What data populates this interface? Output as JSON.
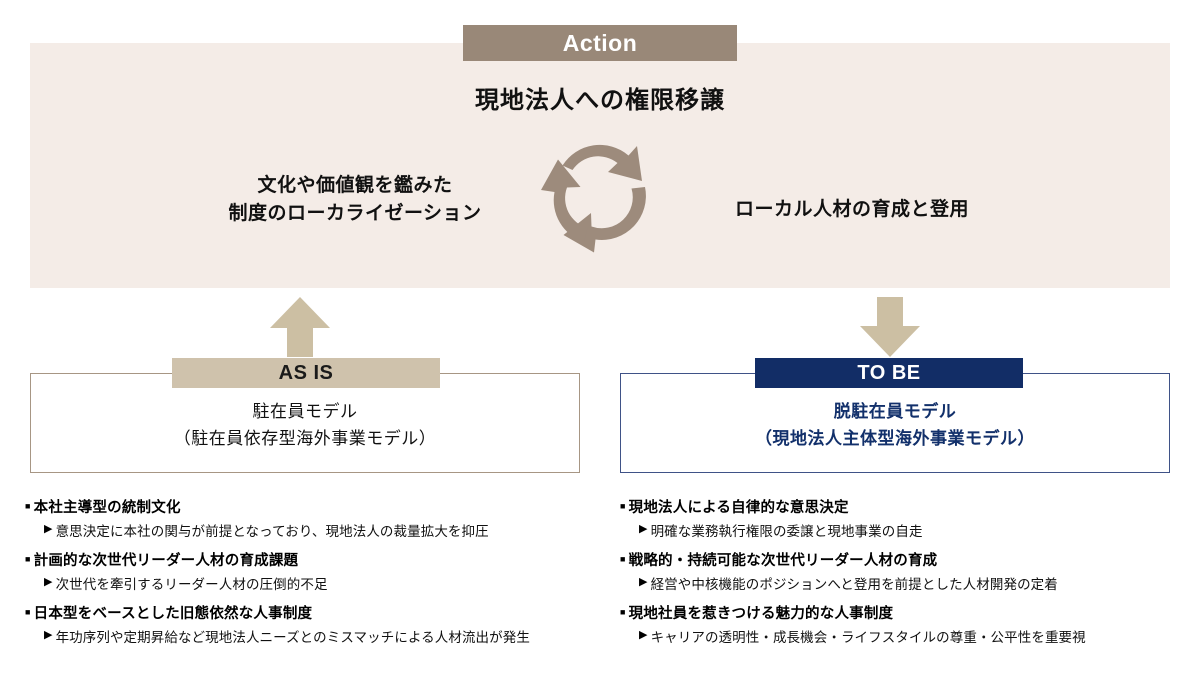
{
  "action": {
    "tab_label": "Action",
    "headline": "現地法人への権限移譲",
    "left_text_line1": "文化や価値観を鑑みた",
    "left_text_line2": "制度のローカライゼーション",
    "right_text": "ローカル人材の育成と登用",
    "panel_color": "#F4ECE7",
    "tab_color": "#998878",
    "cycle_icon": "circular-cycle-arrow"
  },
  "connectors": {
    "as_is_arrow_icon": "arrow-up-icon",
    "to_be_arrow_icon": "arrow-down-icon",
    "arrow_color": "#CCBFA3"
  },
  "as_is": {
    "tab_label": "AS IS",
    "tab_color": "#CFC2AC",
    "border_color": "#A79684",
    "body_line1": "駐在員モデル",
    "body_line2": "（駐在員依存型海外事業モデル）",
    "bullets": [
      {
        "heading": "本社主導型の統制文化",
        "detail": "意思決定に本社の関与が前提となっており、現地法人の裁量拡大を抑圧"
      },
      {
        "heading": "計画的な次世代リーダー人材の育成課題",
        "detail": "次世代を牽引するリーダー人材の圧倒的不足"
      },
      {
        "heading": "日本型をベースとした旧態依然な人事制度",
        "detail": "年功序列や定期昇給など現地法人ニーズとのミスマッチによる人材流出が発生"
      }
    ]
  },
  "to_be": {
    "tab_label": "TO BE",
    "tab_color": "#122D66",
    "border_color": "#3F5287",
    "text_color": "#12306B",
    "body_line1": "脱駐在員モデル",
    "body_line2": "（現地法人主体型海外事業モデル）",
    "bullets": [
      {
        "heading": "現地法人による自律的な意思決定",
        "detail": "明確な業務執行権限の委譲と現地事業の自走"
      },
      {
        "heading": "戦略的・持続可能な次世代リーダー人材の育成",
        "detail": "経営や中核機能のポジションへと登用を前提とした人材開発の定着"
      },
      {
        "heading": "現地社員を惹きつける魅力的な人事制度",
        "detail": "キャリアの透明性・成長機会・ライフスタイルの尊重・公平性を重要視"
      }
    ]
  },
  "markers": {
    "square": "■",
    "triangle": "▶"
  }
}
